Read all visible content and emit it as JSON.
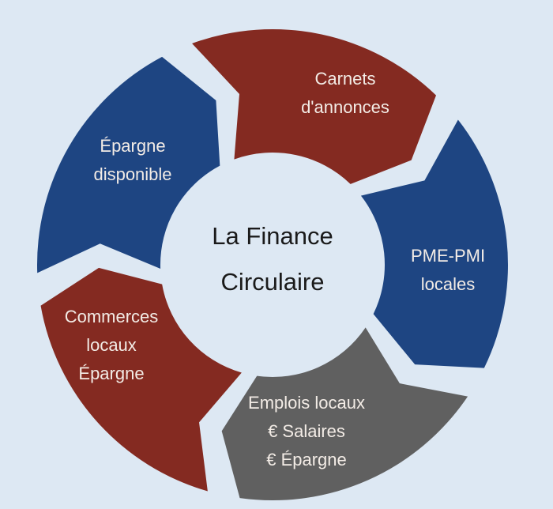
{
  "title": [
    "La Finance",
    "Circulaire"
  ],
  "colors": {
    "background": "#dde8f3",
    "red": "#842a21",
    "blue": "#1e4582",
    "gray": "#606060"
  },
  "segments": [
    {
      "lines": [
        "Carnets",
        "d'annonces"
      ],
      "color": "#842a21"
    },
    {
      "lines": [
        "PME-PMI",
        "locales"
      ],
      "color": "#1e4582"
    },
    {
      "lines": [
        "Emplois locaux",
        "€  Salaires",
        "€  Épargne"
      ],
      "color": "#606060"
    },
    {
      "lines": [
        "Commerces",
        "locaux",
        "Épargne"
      ],
      "color": "#842a21"
    },
    {
      "lines": [
        "Épargne",
        "disponible"
      ],
      "color": "#1e4582"
    }
  ]
}
